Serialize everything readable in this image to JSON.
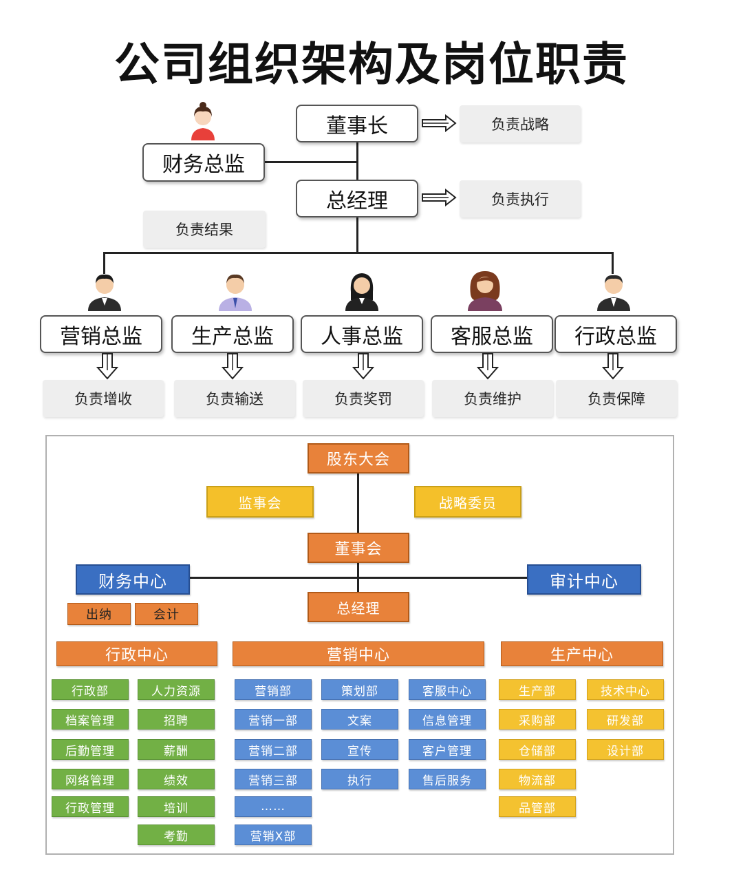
{
  "title": "公司组织架构及岗位职责",
  "top_chart": {
    "chairman": "董事长",
    "chairman_duty": "负责战略",
    "cfo": "财务总监",
    "gm": "总经理",
    "gm_duty": "负责执行",
    "cfo_duty": "负责结果",
    "directors": [
      {
        "label": "营销总监",
        "duty": "负责增收"
      },
      {
        "label": "生产总监",
        "duty": "负责输送"
      },
      {
        "label": "人事总监",
        "duty": "负责奖罚"
      },
      {
        "label": "客服总监",
        "duty": "负责维护"
      },
      {
        "label": "行政总监",
        "duty": "负责保障"
      }
    ]
  },
  "bottom_chart": {
    "shareholders": "股东大会",
    "supervisors": "监事会",
    "committee": "战略委员",
    "board": "董事会",
    "finance_center": "财务中心",
    "audit_center": "审计中心",
    "cashier": "出纳",
    "accounting": "会计",
    "gm": "总经理",
    "centers": {
      "admin": {
        "label": "行政中心",
        "col1": [
          "行政部",
          "档案管理",
          "后勤管理",
          "网络管理",
          "行政管理"
        ],
        "col2": [
          "人力资源",
          "招聘",
          "薪酬",
          "绩效",
          "培训",
          "考勤"
        ]
      },
      "marketing": {
        "label": "营销中心",
        "col1": [
          "营销部",
          "营销一部",
          "营销二部",
          "营销三部",
          "……",
          "营销X部"
        ],
        "col2": [
          "策划部",
          "文案",
          "宣传",
          "执行"
        ],
        "col3": [
          "客服中心",
          "信息管理",
          "客户管理",
          "售后服务"
        ]
      },
      "production": {
        "label": "生产中心",
        "col1": [
          "生产部",
          "采购部",
          "仓储部",
          "物流部",
          "品管部"
        ],
        "col2": [
          "技术中心",
          "研发部",
          "设计部"
        ]
      }
    }
  }
}
